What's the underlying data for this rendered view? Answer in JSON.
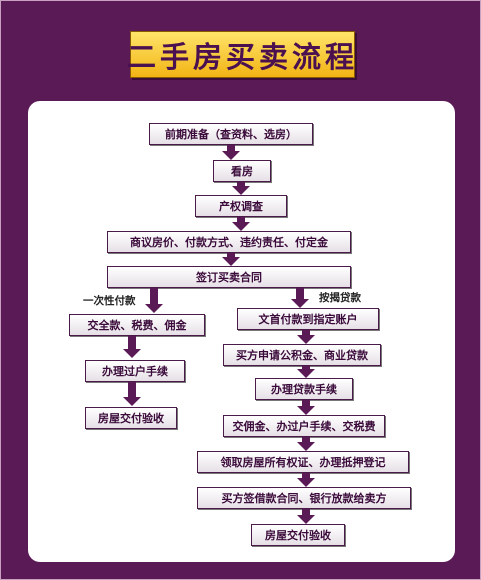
{
  "title": "二手房买卖流程",
  "steps": {
    "prep": "前期准备（查资料、选房）",
    "view": "看房",
    "survey": "产权调查",
    "negotiate": "商议房价、付款方式、违约责任、付定金",
    "contract": "签订买卖合同"
  },
  "branches": {
    "full_payment": {
      "label": "一次性付款",
      "steps": [
        "交全款、税费、佣金",
        "办理过户手续",
        "房屋交付验收"
      ]
    },
    "mortgage": {
      "label": "按揭贷款",
      "steps": [
        "文首付款到指定账户",
        "买方申请公积金、商业贷款",
        "办理贷款手续",
        "交佣金、办过户手续、交税费",
        "领取房屋所有权证、办理抵押登记",
        "买方签借款合同、银行放款给卖方",
        "房屋交付验收"
      ]
    }
  },
  "colors": {
    "frame": "#5a1a56",
    "title_bg": "#f2b414",
    "box_border": "#4a1a48",
    "arrow": "#5a1a56"
  }
}
